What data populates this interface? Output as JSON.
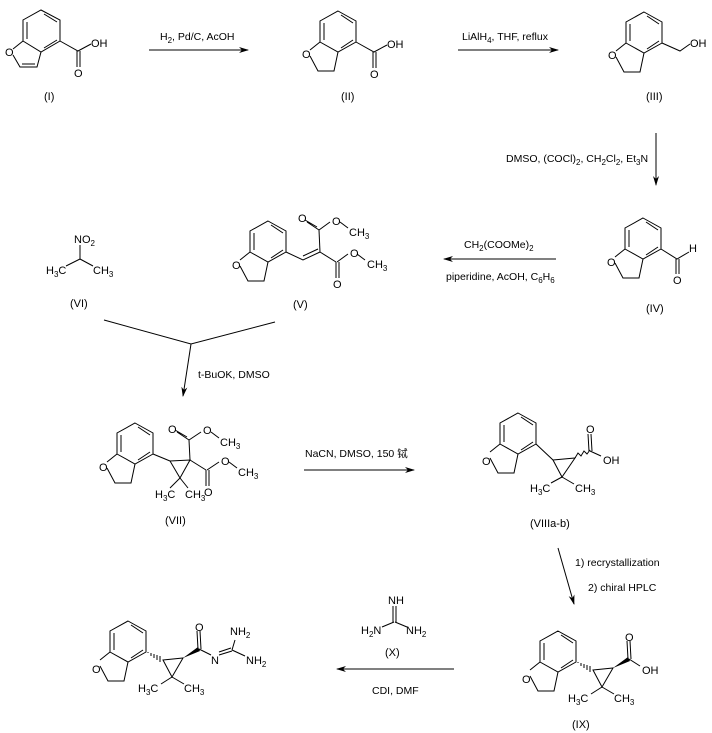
{
  "title": "Synthesis scheme of dihydrobenzofuranyl dimethylcyclopropane acylguanidine",
  "compounds": [
    {
      "id": "I",
      "label": "(I)",
      "atoms": {
        "o_ring": "O",
        "oh": "OH",
        "o_carbonyl": "O"
      }
    },
    {
      "id": "II",
      "label": "(II)",
      "atoms": {
        "o_ring": "O",
        "oh": "OH",
        "o_carbonyl": "O"
      }
    },
    {
      "id": "III",
      "label": "(III)",
      "atoms": {
        "o_ring": "O",
        "oh": "OH"
      }
    },
    {
      "id": "IV",
      "label": "(IV)",
      "atoms": {
        "o_ring": "O",
        "h": "H",
        "o_carbonyl": "O"
      }
    },
    {
      "id": "V",
      "label": "(V)",
      "atoms": {
        "o_ring": "O",
        "o1": "O",
        "o2": "O",
        "o3": "O",
        "o4": "O",
        "ch3a": "CH",
        "ch3a_sub": "3",
        "ch3b": "CH",
        "ch3b_sub": "3"
      }
    },
    {
      "id": "VI",
      "label": "(VI)",
      "atoms": {
        "no2": "NO",
        "no2_sub": "2",
        "h3c": "H",
        "h3c_sub": "3",
        "h3c_c": "C",
        "ch3": "CH",
        "ch3_sub": "3"
      }
    },
    {
      "id": "VII",
      "label": "(VII)",
      "atoms": {
        "o_ring": "O",
        "o1": "O",
        "o2": "O",
        "o3": "O",
        "o4": "O",
        "ch3a": "CH",
        "ch3b": "CH",
        "me1": "H",
        "me1_c": "C",
        "me2": "CH",
        "sub3": "3"
      }
    },
    {
      "id": "VIIIa-b",
      "label": "(VIIIa-b)",
      "atoms": {
        "o_ring": "O",
        "o_carbonyl": "O",
        "oh": "OH",
        "me1": "H",
        "me1_c": "C",
        "me2": "CH",
        "sub3": "3"
      }
    },
    {
      "id": "IX",
      "label": "(IX)",
      "atoms": {
        "o_ring": "O",
        "o_carbonyl": "O",
        "oh": "OH",
        "me1": "H",
        "me1_c": "C",
        "me2": "CH",
        "sub3": "3"
      }
    },
    {
      "id": "X",
      "label": "(X)",
      "atoms": {
        "nh": "NH",
        "h2n": "H",
        "h2n_sub": "2",
        "h2n_n": "N",
        "nh2": "NH",
        "nh2_sub": "2"
      }
    },
    {
      "id": "product",
      "label": "",
      "atoms": {
        "o_ring": "O",
        "o_carbonyl": "O",
        "n": "N",
        "nh2a": "NH",
        "nh2b": "NH",
        "sub2": "2",
        "me1": "H",
        "me1_c": "C",
        "me2": "CH",
        "sub3": "3"
      }
    }
  ],
  "reactions": [
    {
      "step": 1,
      "from": "I",
      "to": "II",
      "conditions": {
        "main": "H",
        "sub": "2",
        "rest": ", Pd/C, AcOH"
      }
    },
    {
      "step": 2,
      "from": "II",
      "to": "III",
      "conditions": {
        "main": "LiAlH",
        "sub": "4",
        "rest": ", THF, reflux"
      }
    },
    {
      "step": 3,
      "from": "III",
      "to": "IV",
      "conditions": {
        "p1": "DMSO, (COCl)",
        "s1": "2",
        "p2": ", CH",
        "s2": "2",
        "p3": "Cl",
        "s3": "2",
        "p4": ", Et",
        "s4": "3",
        "p5": "N"
      }
    },
    {
      "step": 4,
      "from": "IV",
      "to": "V",
      "conditions_above": {
        "p1": "CH",
        "s1": "2",
        "p2": "(COOMe)",
        "s2": "2"
      },
      "conditions_below": {
        "p1": "piperidine, AcOH, C",
        "s1": "6",
        "p2": "H",
        "s2": "6"
      }
    },
    {
      "step": 5,
      "from": [
        "V",
        "VI"
      ],
      "to": "VII",
      "conditions": "t-BuOK, DMSO"
    },
    {
      "step": 6,
      "from": "VII",
      "to": "VIIIa-b",
      "conditions": "NaCN, DMSO, 150 铽"
    },
    {
      "step": 7,
      "from": "VIIIa-b",
      "to": "IX",
      "conditions": [
        "1) recrystallization",
        "2) chiral HPLC"
      ]
    },
    {
      "step": 8,
      "from": [
        "IX",
        "X"
      ],
      "to": "product",
      "conditions": "CDI, DMF"
    }
  ]
}
